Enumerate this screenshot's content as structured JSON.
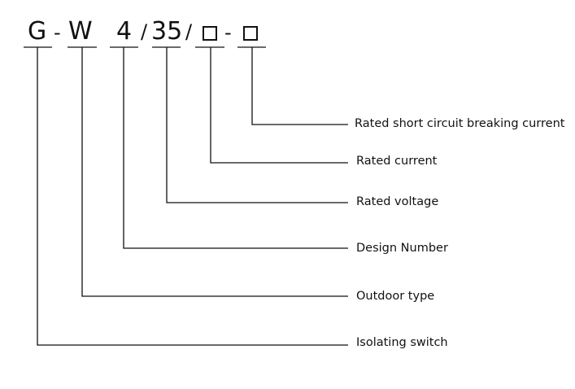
{
  "code": {
    "c1": "G",
    "dash1": "-",
    "c2": "W",
    "c3": "4",
    "slash1": "/",
    "c4": "35",
    "slash2": "/",
    "dash2": "-"
  },
  "labels": {
    "breaking_current": "Rated short circuit breaking current",
    "rated_current": "Rated current",
    "rated_voltage": "Rated voltage",
    "design_number": "Design Number",
    "outdoor_type": "Outdoor type",
    "isolating_switch": "Isolating switch"
  },
  "colors": {
    "ink": "#111111",
    "background": "#ffffff"
  }
}
